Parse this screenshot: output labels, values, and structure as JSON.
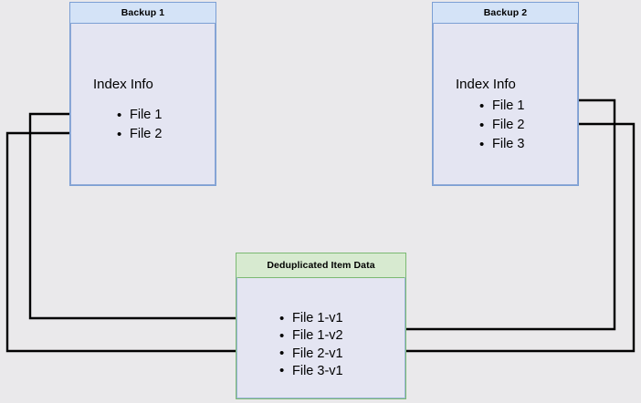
{
  "diagram": {
    "title_hidden": "Backup deduplication data flow",
    "background_color": "#eae9eb",
    "boxes": [
      {
        "id": "backup1",
        "header": "Backup 1",
        "body_label": "Index Info",
        "accent": "#7b9fd4",
        "header_fill": "#d4e3f7",
        "body_fill": "#e4e5f2",
        "items": [
          "File 1",
          "File 2"
        ]
      },
      {
        "id": "backup2",
        "header": "Backup 2",
        "body_label": "Index Info",
        "accent": "#7b9fd4",
        "header_fill": "#d4e3f7",
        "body_fill": "#e4e5f2",
        "items": [
          "File 1",
          "File 2",
          "File 3"
        ]
      },
      {
        "id": "dedup",
        "header": "Deduplicated Item Data",
        "accent": "#7bb972",
        "header_fill": "#d7ead0",
        "body_fill": "#e4e5f2",
        "items": [
          "File 1-v1",
          "File 1-v2",
          "File 2-v1",
          "File 3-v1"
        ]
      }
    ],
    "connectors": [
      {
        "from": "backup1.File 1",
        "to": "dedup.File 1-v1",
        "route": "left",
        "color": "#000000"
      },
      {
        "from": "backup1.File 2",
        "to": "dedup.File 2-v1",
        "route": "left",
        "color": "#000000"
      },
      {
        "from": "backup2.File 1",
        "to": "dedup.File 1-v2",
        "route": "right",
        "color": "#000000"
      },
      {
        "from": "backup2.File 2",
        "to": "dedup.File 2-v1",
        "route": "right",
        "color": "#000000"
      }
    ]
  }
}
